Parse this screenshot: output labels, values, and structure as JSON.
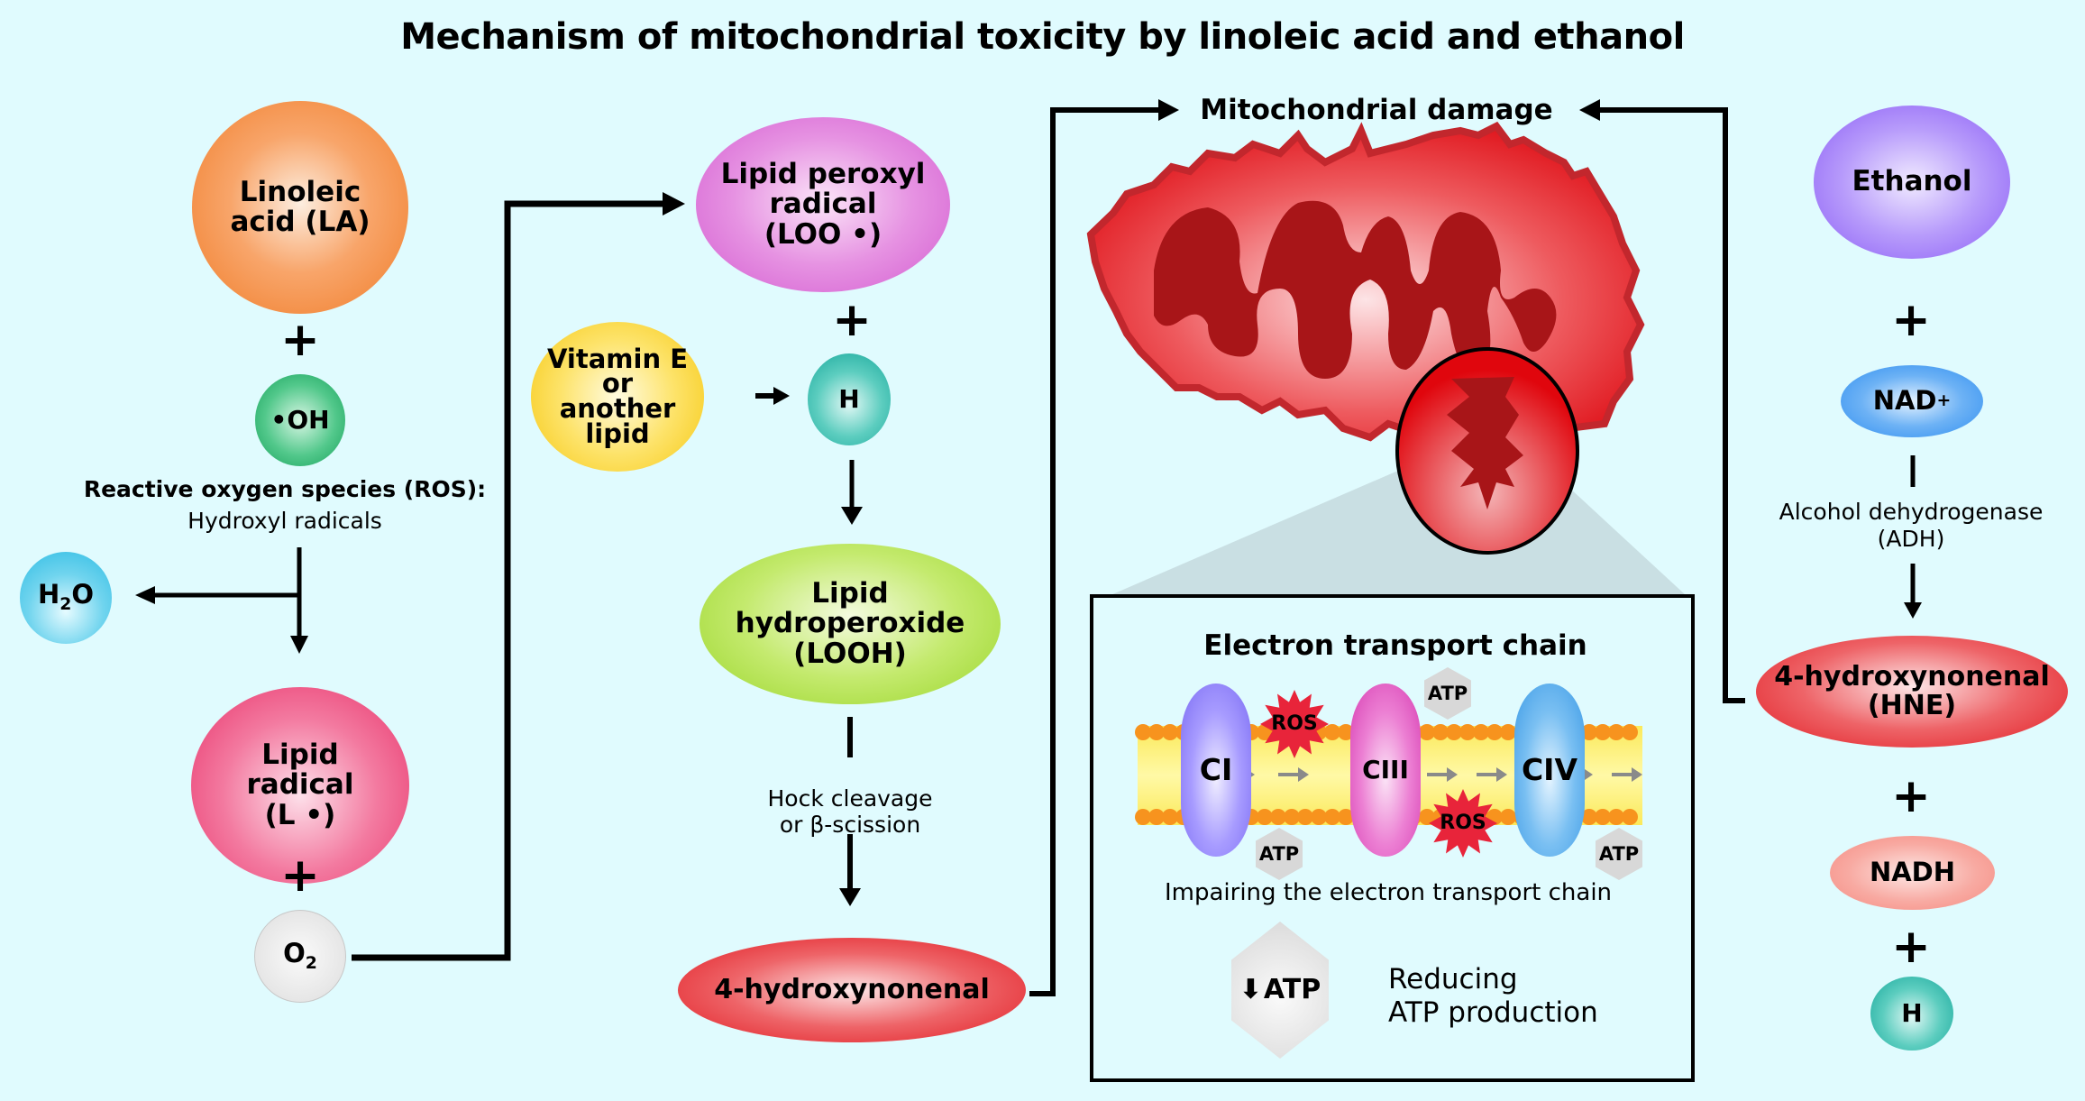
{
  "title": "Mechanism of mitochondrial toxicity by linoleic acid and ethanol",
  "left_column": {
    "linoleic_acid": "Linoleic acid (LA)",
    "hydroxyl": "•OH",
    "ros_heading": "Reactive oxygen species (ROS):",
    "ros_sub": "Hydroxyl radicals",
    "water": "H2O",
    "lipid_radical_line1": "Lipid",
    "lipid_radical_line2": "radical",
    "lipid_radical_line3": "(L •)",
    "oxygen": "O2",
    "plus": "+"
  },
  "middle_column": {
    "lipid_peroxyl_line1": "Lipid peroxyl",
    "lipid_peroxyl_line2": "radical",
    "lipid_peroxyl_line3": "(LOO •)",
    "vitamin_e_line1": "Vitamin E",
    "vitamin_e_line2": "or",
    "vitamin_e_line3": "another",
    "vitamin_e_line4": "lipid",
    "hydrogen": "H",
    "looh_line1": "Lipid",
    "looh_line2": "hydroperoxide",
    "looh_line3": "(LOOH)",
    "cleavage_line1": "Hock cleavage",
    "cleavage_line2": "or β-scission",
    "hne": "4-hydroxynonenal",
    "plus": "+"
  },
  "center": {
    "mito_damage": "Mitochondrial damage",
    "etc_title": "Electron transport chain",
    "complexes": [
      "CI",
      "CIII",
      "CIV"
    ],
    "ros_label": "ROS",
    "atp_label": "ATP",
    "etc_caption": "Impairing the electron transport chain",
    "atp_down": "ATP",
    "reducing_line1": "Reducing",
    "reducing_line2": "ATP production"
  },
  "right_column": {
    "ethanol": "Ethanol",
    "nad": "NAD",
    "nad_sup": "+",
    "adh_line1": "Alcohol dehydrogenase",
    "adh_line2": "(ADH)",
    "hne_line1": "4-hydroxynonenal",
    "hne_line2": "(HNE)",
    "nadh": "NADH",
    "hydrogen": "H",
    "plus": "+"
  },
  "colors": {
    "background": "#e0fbfe",
    "linoleic": "#f47d2a",
    "hydroxyl": "#1fa860",
    "water": "#33bde3",
    "lipid_radical": "#e8336a",
    "lipid_peroxyl": "#d35bd0",
    "vitamin_e": "#f7cd15",
    "hydrogen": "#17a79b",
    "looh": "#9ad62a",
    "hne": "#e11b22",
    "ethanol": "#8a5cf5",
    "nad": "#2f8ef0",
    "nadh": "#f58a80",
    "mito": "#e11b22"
  }
}
